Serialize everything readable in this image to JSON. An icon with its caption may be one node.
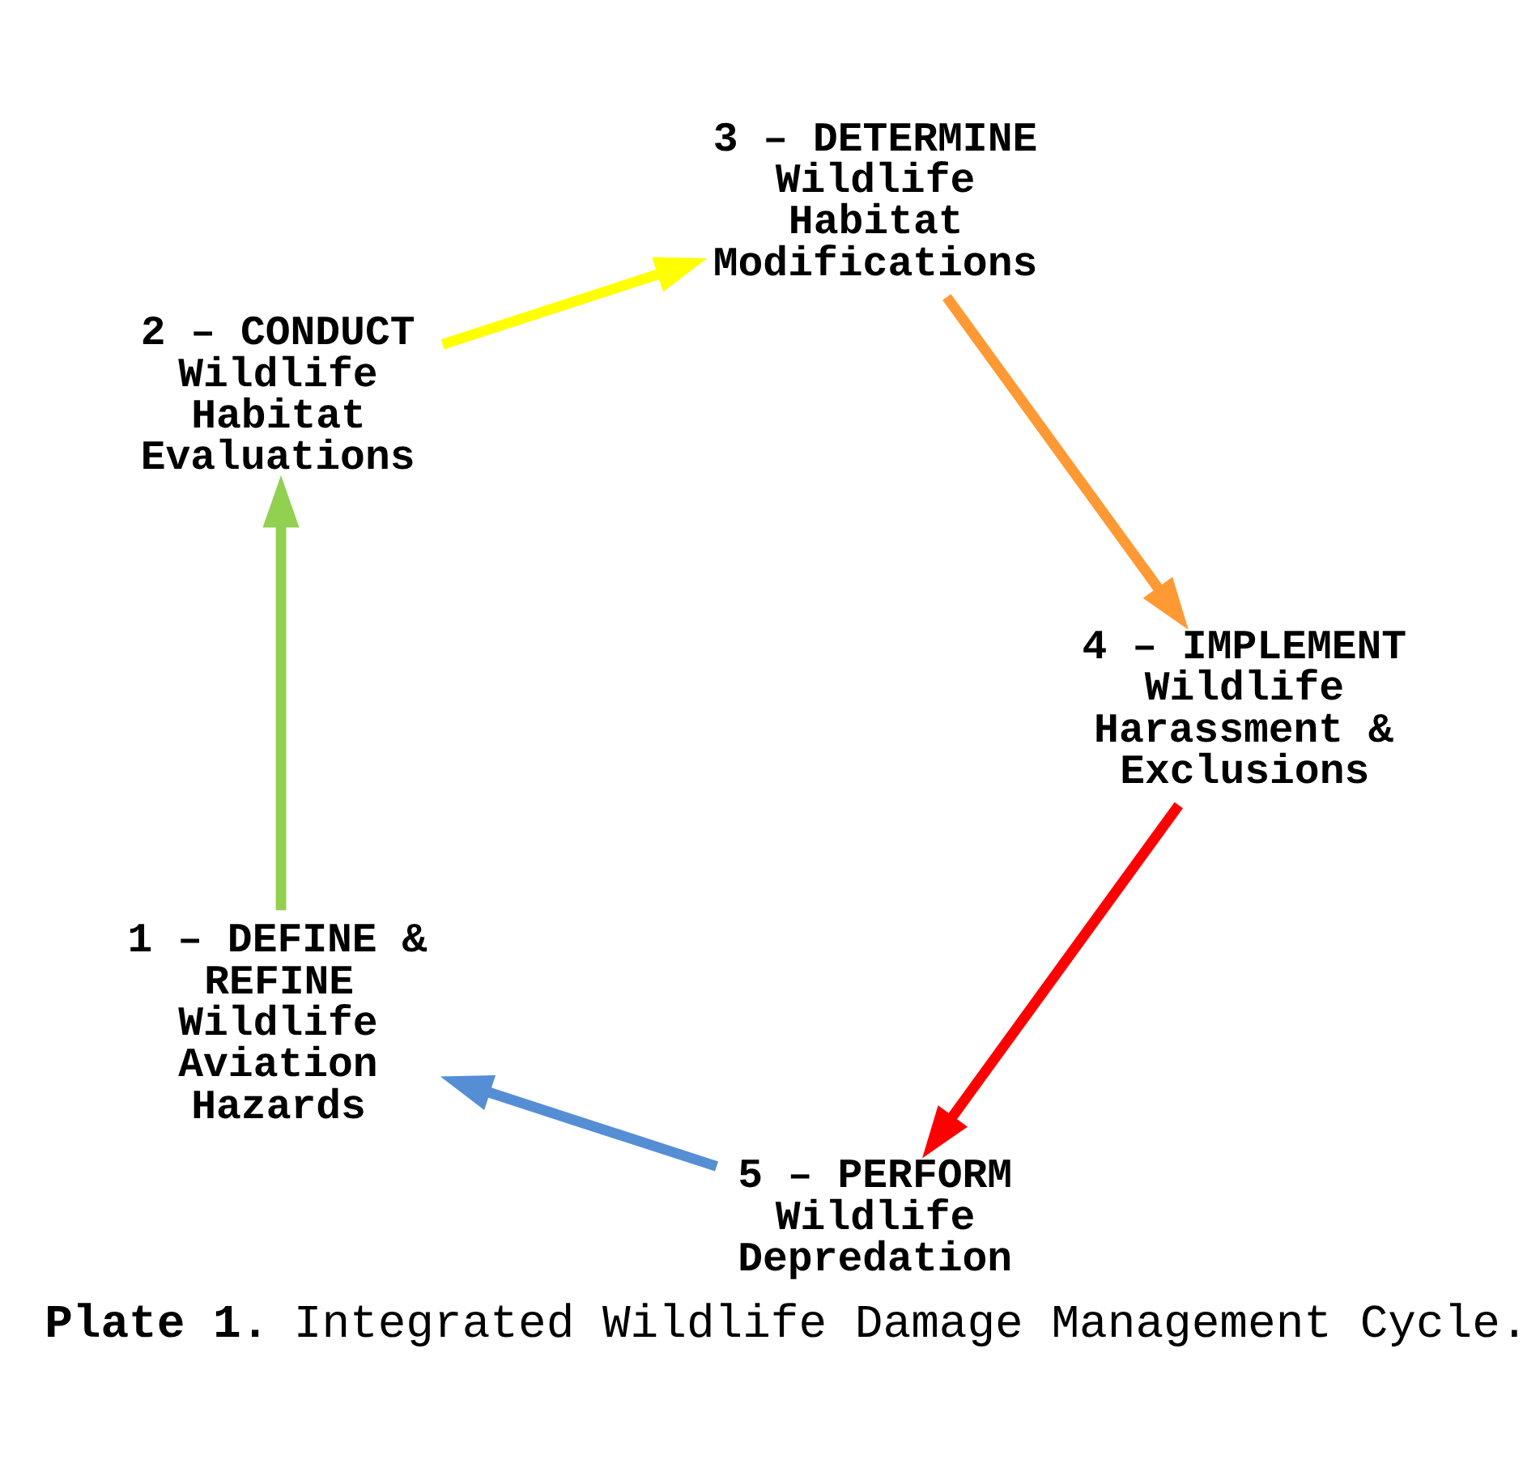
{
  "diagram": {
    "caption": "**Plate 1.** Integrated Wildlife Damage Management Cycle.",
    "nodes": [
      {
        "text": [
          "1 – DEFINE & REFINE",
          "Wildlife Aviation Hazards"
        ]
      },
      {
        "text": [
          "2 – CONDUCT",
          "Wildlife Habitat Evaluations"
        ]
      },
      {
        "text": [
          "3 – DETERMINE",
          "Wildlife Habitat Modifications"
        ]
      },
      {
        "text": [
          "4 – IMPLEMENT",
          "Wildlife Harassment & Exclusions"
        ]
      },
      {
        "text": [
          "5 – PERFORM",
          "Wildlife Depredation"
        ]
      }
    ],
    "edges": [
      {
        "from": 4,
        "to": 0,
        "arrow": "to",
        "color": "#558ed5"
      },
      {
        "from": 0,
        "to": 1,
        "arrow": "to",
        "color": "#92d050"
      },
      {
        "from": 1,
        "to": 2,
        "arrow": "to",
        "color": "#ffff00"
      },
      {
        "from": 2,
        "to": 3,
        "arrow": "to",
        "color": "#ff9933"
      },
      {
        "from": 3,
        "to": 4,
        "arrow": "to",
        "color": "#ff0000"
      }
    ]
  }
}
